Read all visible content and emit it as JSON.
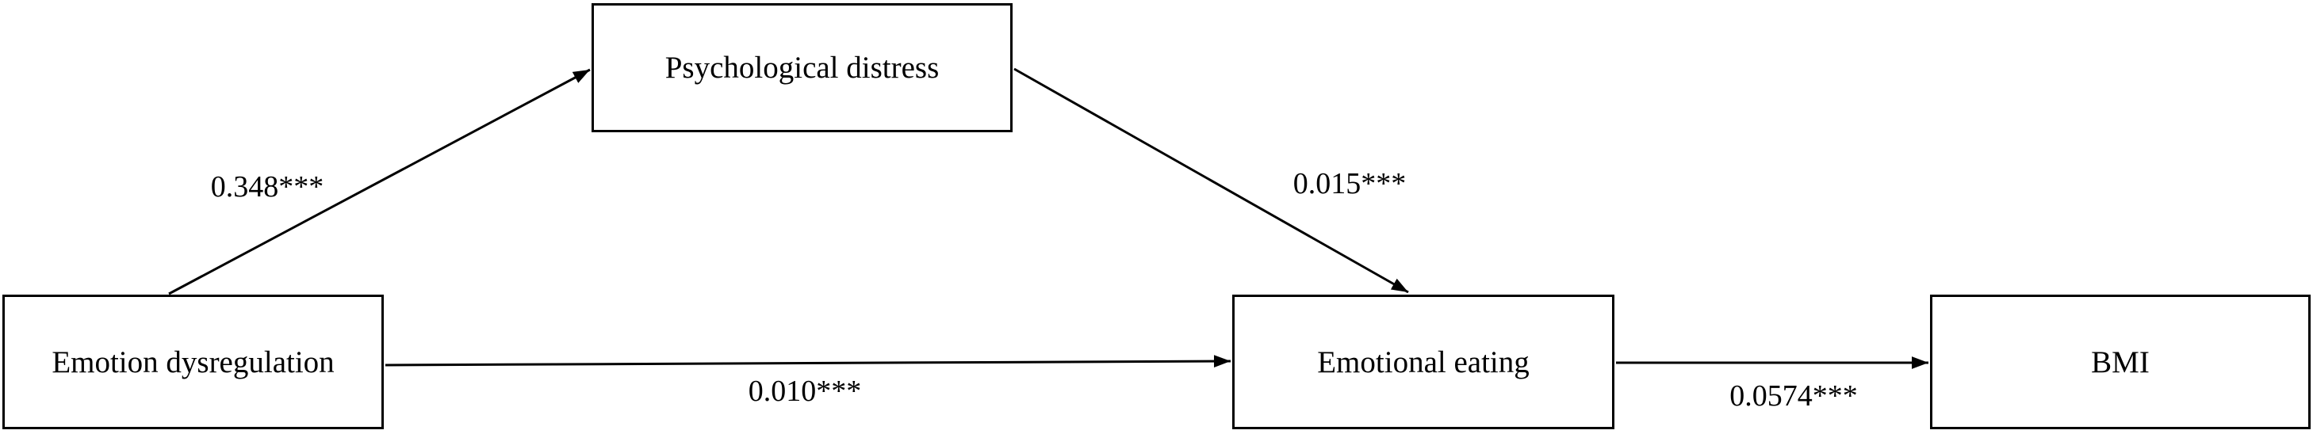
{
  "figure": {
    "type": "path-diagram",
    "nodes": [
      {
        "id": "emotion-dysregulation",
        "label": "Emotion dysregulation"
      },
      {
        "id": "psychological-distress",
        "label": "Psychological distress"
      },
      {
        "id": "emotional-eating",
        "label": "Emotional eating"
      },
      {
        "id": "bmi",
        "label": "BMI"
      }
    ],
    "edges": [
      {
        "from": "emotion-dysregulation",
        "to": "psychological-distress",
        "label": "0.348***"
      },
      {
        "from": "psychological-distress",
        "to": "emotional-eating",
        "label": "0.015***"
      },
      {
        "from": "emotion-dysregulation",
        "to": "emotional-eating",
        "label": "0.010***"
      },
      {
        "from": "emotional-eating",
        "to": "bmi",
        "label": "0.0574***"
      }
    ],
    "colors": {
      "line": "#000000",
      "text": "#000000",
      "background": "#ffffff"
    }
  }
}
